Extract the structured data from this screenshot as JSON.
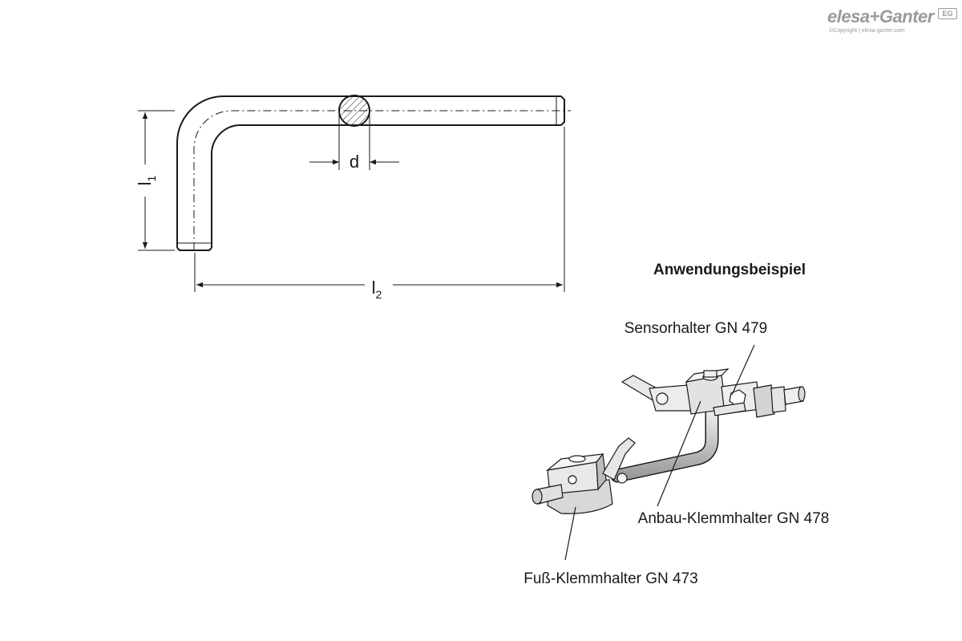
{
  "branding": {
    "logo_text": "elesa+Ganter",
    "logo_mark": "EG",
    "copyright": "©Copyright | elesa-ganter.com"
  },
  "dimensions": {
    "d": "d",
    "l1": "l",
    "l1_sub": "1",
    "l2": "l",
    "l2_sub": "2"
  },
  "application": {
    "heading": "Anwendungsbeispiel",
    "callouts": {
      "sensor": "Sensorhalter GN 479",
      "anbau": "Anbau-Klemmhalter GN 478",
      "fuss": "Fuß-Klemmhalter GN 473"
    }
  },
  "colors": {
    "line": "#1a1a1a",
    "part_fill": "#e4e4e4",
    "part_shadow": "#b8b8b8",
    "brand": "#9a9a9a"
  }
}
